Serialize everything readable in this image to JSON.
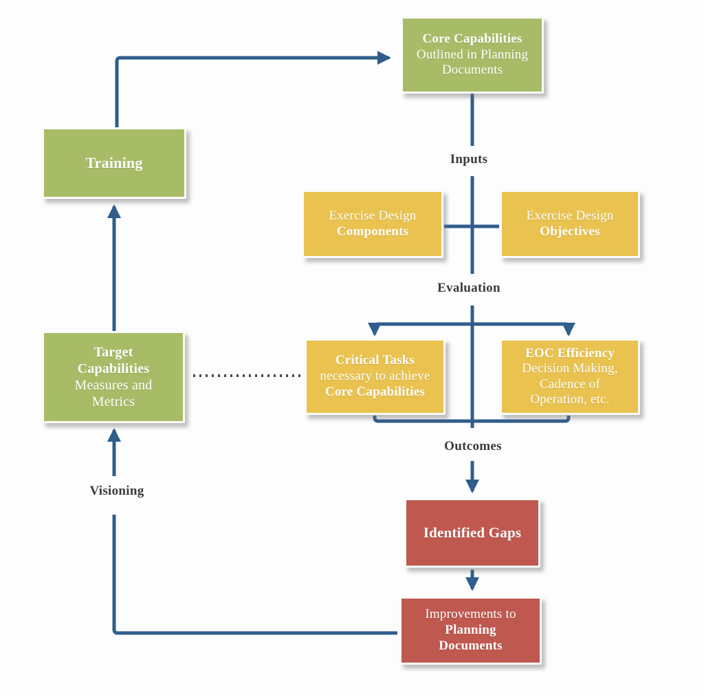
{
  "diagram": {
    "colors": {
      "green": "#a8bc68",
      "yellow": "#e9c24f",
      "red": "#bf584e",
      "connector": "#2f5d8c",
      "dotted": "#4a4a4a",
      "label_text": "#3b3b3b",
      "box_text": "#ffffff",
      "background": "#fdfdfd"
    },
    "boxes": {
      "core_capabilities": {
        "color": "green",
        "lines": [
          "Core Capabilities",
          "Outlined in Planning",
          "Documents"
        ]
      },
      "training": {
        "color": "green",
        "lines": [
          "Training"
        ]
      },
      "exercise_components": {
        "color": "yellow",
        "lines": [
          "Exercise Design",
          "Components"
        ]
      },
      "exercise_objectives": {
        "color": "yellow",
        "lines": [
          "Exercise Design",
          "Objectives"
        ]
      },
      "critical_tasks": {
        "color": "yellow",
        "lines": [
          "Critical Tasks",
          "necessary to achieve",
          "Core Capabilities"
        ]
      },
      "eoc_efficiency": {
        "color": "yellow",
        "lines": [
          "EOC Efficiency",
          "Decision Making,",
          "Cadence of",
          "Operation, etc."
        ]
      },
      "target_capabilities": {
        "color": "green",
        "lines": [
          "Target",
          "Capabilities",
          "Measures and",
          "Metrics"
        ]
      },
      "identified_gaps": {
        "color": "red",
        "lines": [
          "Identified Gaps"
        ]
      },
      "improvements": {
        "color": "red",
        "lines": [
          "Improvements to",
          "Planning",
          "Documents"
        ]
      }
    },
    "flow_labels": {
      "inputs": "Inputs",
      "evaluation": "Evaluation",
      "outcomes": "Outcomes",
      "visioning": "Visioning"
    }
  }
}
